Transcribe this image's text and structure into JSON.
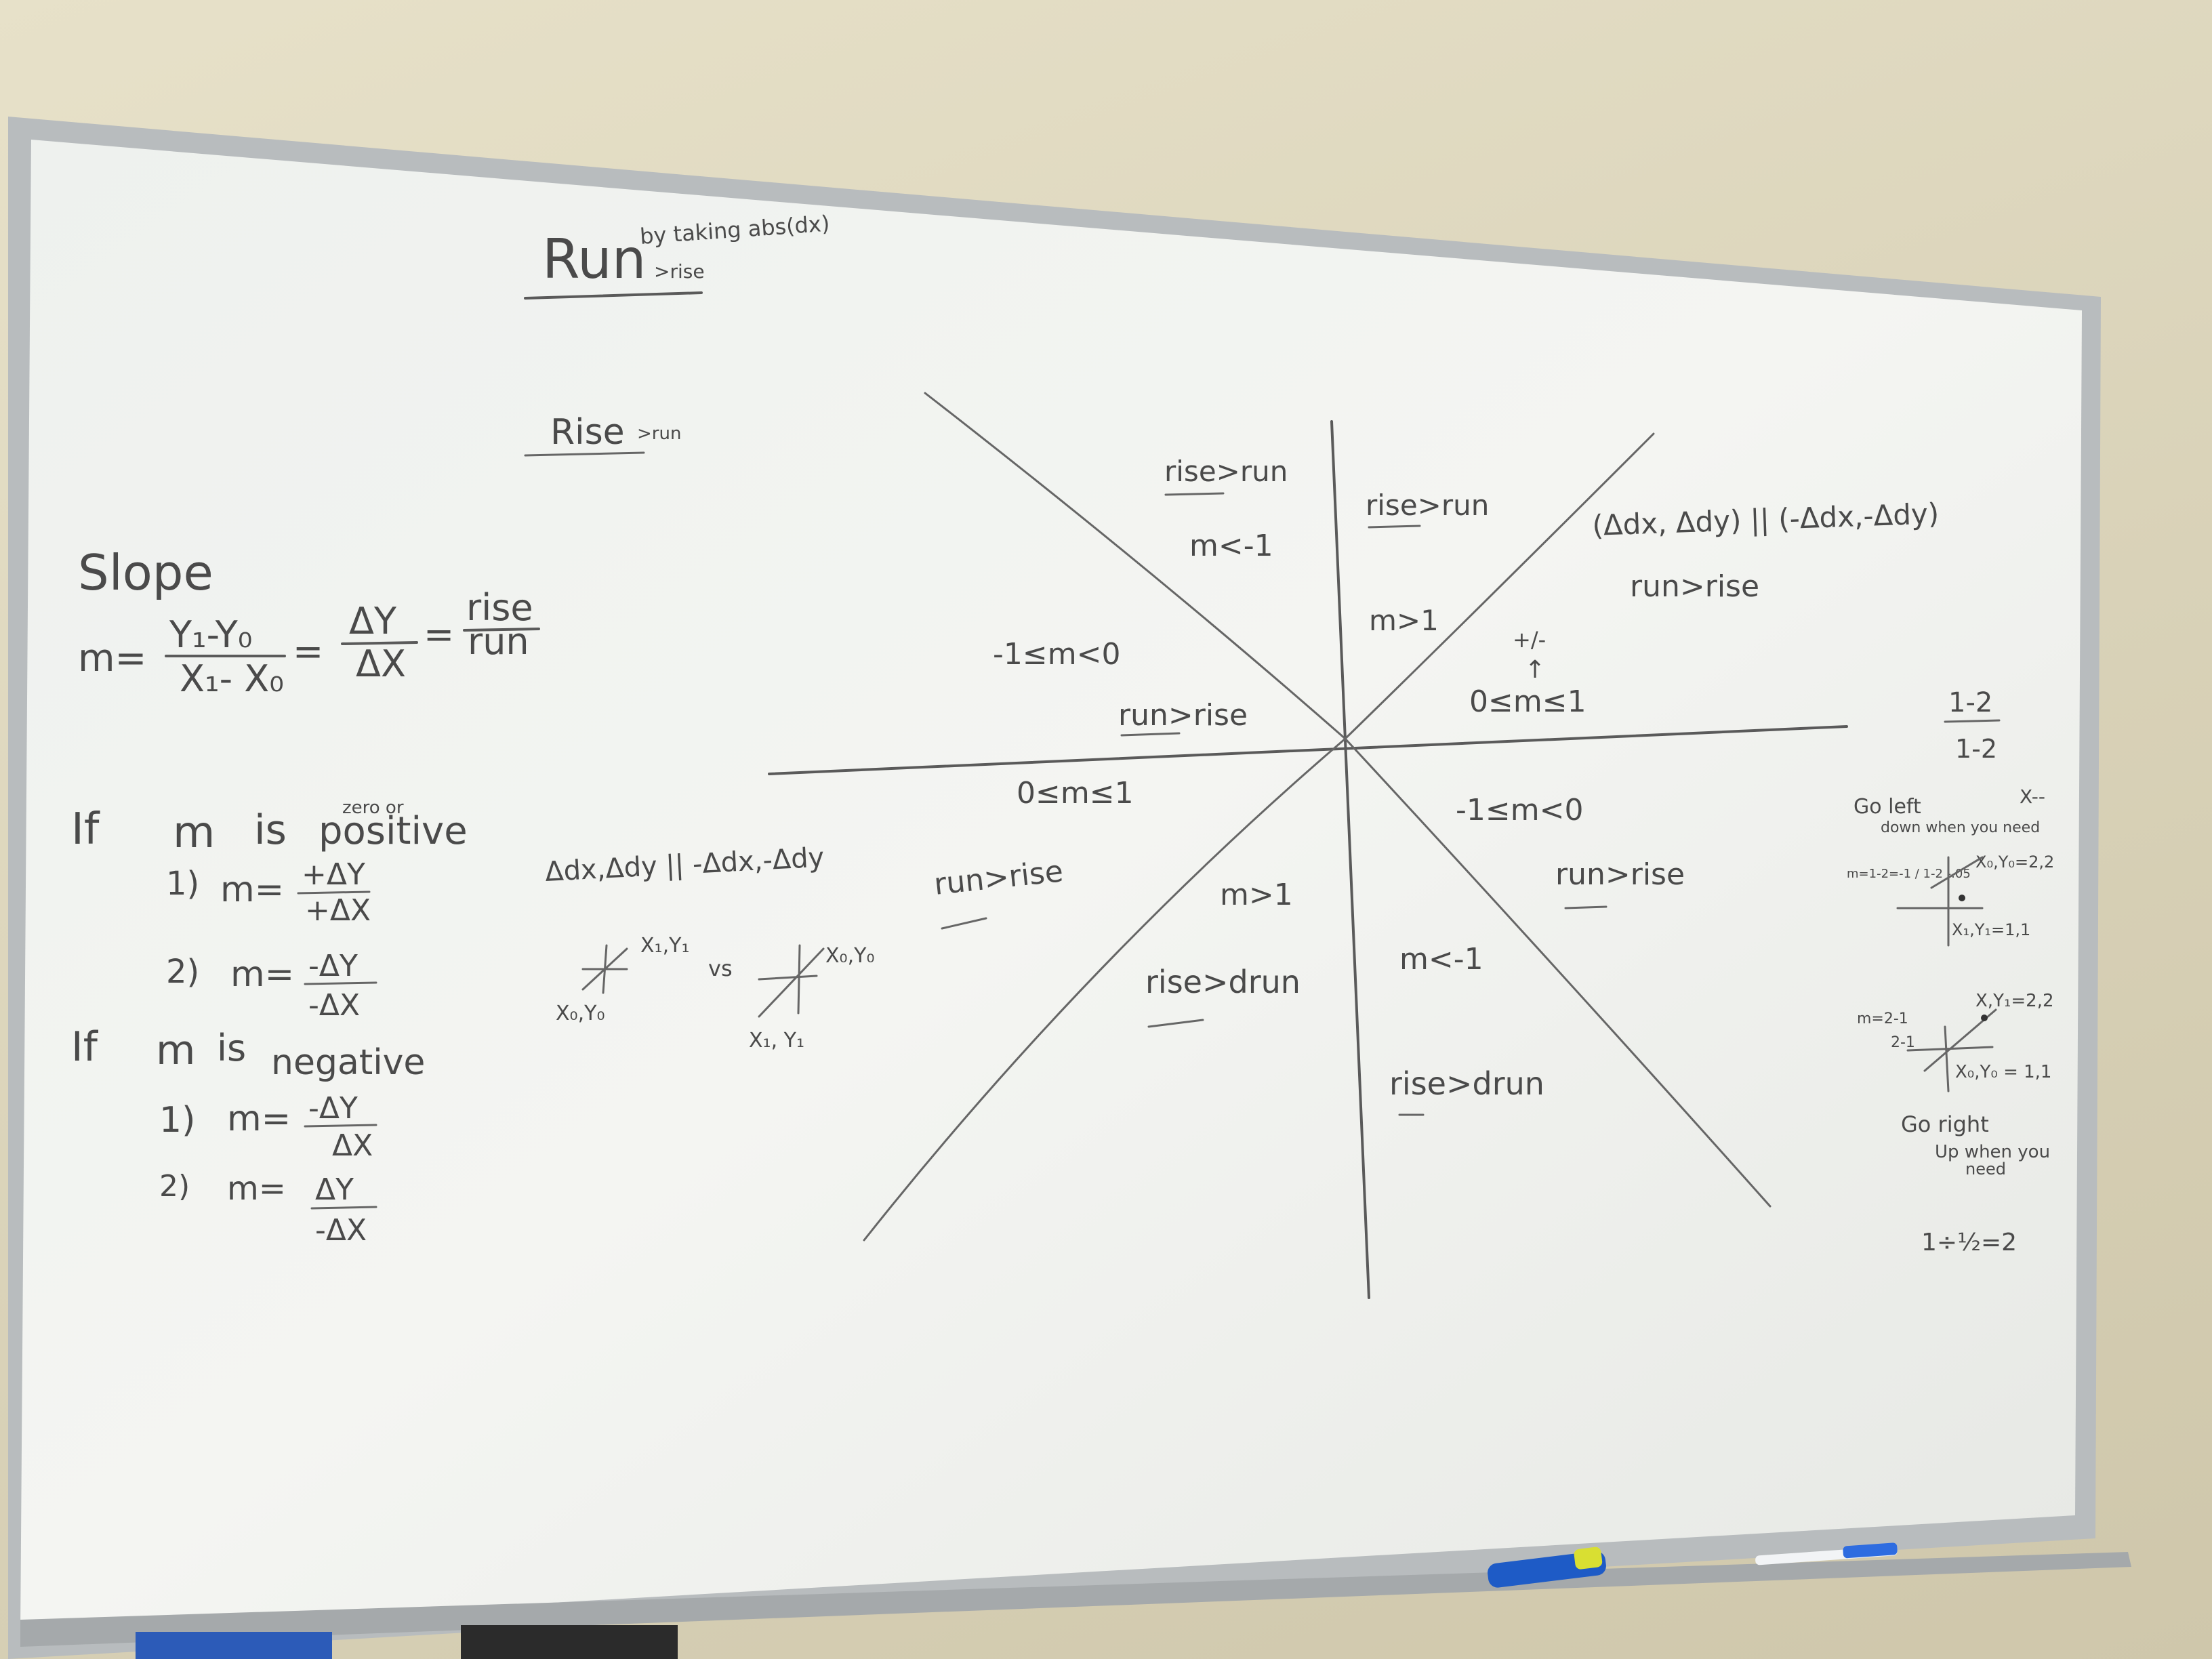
{
  "board": {
    "run_heading": "Run",
    "run_sub": ">rise",
    "run_note": "by taking abs(dx)",
    "rise_heading": "Rise",
    "rise_sub": ">run"
  },
  "slope_section": {
    "title": "Slope",
    "m_eq": "m=",
    "num": "Y₁-Y₀",
    "den": "X₁- X₀",
    "eq2": "=",
    "dy": "ΔY",
    "dx": "ΔX",
    "eq3": "=",
    "rise": "rise",
    "run": "run"
  },
  "positive_section": {
    "if": "If",
    "m": "m",
    "is": "is",
    "zero_or": "zero or",
    "positive": "positive",
    "case1_num": "1)",
    "case1_m": "m=",
    "case1_top": "+ΔY",
    "case1_bot": "+ΔX",
    "case2_num": "2)",
    "case2_m": "m=",
    "case2_top": "-ΔY",
    "case2_bot": "-ΔX"
  },
  "negative_section": {
    "if": "If",
    "m": "m",
    "is": "is",
    "negative": "negative",
    "case1_num": "1)",
    "case1_m": "m=",
    "case1_top": "-ΔY",
    "case1_bot": "ΔX",
    "case2_num": "2)",
    "case2_m": "m=",
    "case2_top": "ΔY",
    "case2_bot": "-ΔX"
  },
  "middle_left": {
    "equiv": "Δdx,Δdy  ||  -Δdx,-Δdy",
    "p1": "X₁,Y₁",
    "p0": "X₀,Y₀",
    "vs": "vs",
    "q0": "X₀,Y₀",
    "q1": "X₁, Y₁"
  },
  "octants": {
    "ul_top": "rise>run",
    "ul_m": "m<-1",
    "ur_top": "rise>run",
    "ur_m": "m>1",
    "l_upper_m": "-1≤m<0",
    "l_upper_label": "run>rise",
    "r_upper_m": "0≤m≤1",
    "r_upper_pm": "+/-",
    "r_upper_arrow": "↑",
    "r_upper_label": "run>rise",
    "l_lower_m": "0≤m≤1",
    "l_lower_label": "run>rise",
    "r_lower_m": "-1≤m<0",
    "r_lower_label": "run>rise",
    "bl_m": "m>1",
    "bl_label": "rise>drun",
    "br_m": "m<-1",
    "br_label": "rise>drun"
  },
  "right_side": {
    "equiv": "(Δdx, Δdy) || (-Δdx,-Δdy)",
    "frac_top": "1-2",
    "frac_bot": "1-2",
    "go_left": "Go left",
    "x_minus": "X--",
    "down_when": "down when you need",
    "m_calc": "m=1-2=-1 / 1-2 -.05",
    "pt_a": "X₀,Y₀=2,2",
    "pt_b": "X₁,Y₁=1,1",
    "m_calc2_top": "m=2-1",
    "m_calc2_bot": "2-1",
    "pt_c": "X,Y₁=2,2",
    "pt_d": "X₀,Y₀ = 1,1",
    "go_right": "Go right",
    "up_when": "Up when you",
    "need": "need",
    "bottom_calc": "1÷½=2"
  },
  "colors": {
    "wall": "#ddd6bd",
    "board": "#f1f2ef",
    "frame": "#b9bcbd",
    "marker": "#4a4a4a",
    "marker_blue": "#1e5bc6"
  }
}
